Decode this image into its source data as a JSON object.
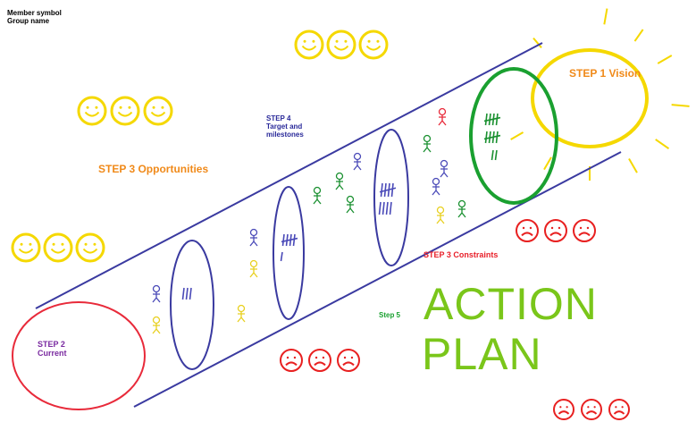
{
  "member_symbol": "Member symbol\nGroup name",
  "steps": {
    "vision": "STEP 1 Vision",
    "current": "STEP 2\nCurrent",
    "opportunities": "STEP 3 Opportunities",
    "constraints": "STEP 3 Constraints",
    "targets": "STEP 4\nTarget and\nmilestones",
    "step5": "Step 5"
  },
  "title": {
    "line1": "ACTION",
    "line2": "PLAN"
  },
  "colors": {
    "tube": "#3a3aa0",
    "vision_circle": "#f5d800",
    "vision_text": "#f08a1a",
    "current_circle": "#e82a3a",
    "current_text": "#7a2aa0",
    "opportunities_text": "#f08a1a",
    "constraints_text": "#e8202a",
    "step4_text": "#2a2a9a",
    "step5_text": "#1aa030",
    "action_plan": "#7ac61a",
    "green_ring": "#1aa030",
    "smiley": "#f5d800",
    "frown": "#e82020"
  },
  "icons": {
    "happy": "smiley-face-icon",
    "sad": "frowning-face-icon",
    "person": "stick-figure-icon",
    "tally": "tally-marks-icon",
    "sun": "sun-icon"
  }
}
